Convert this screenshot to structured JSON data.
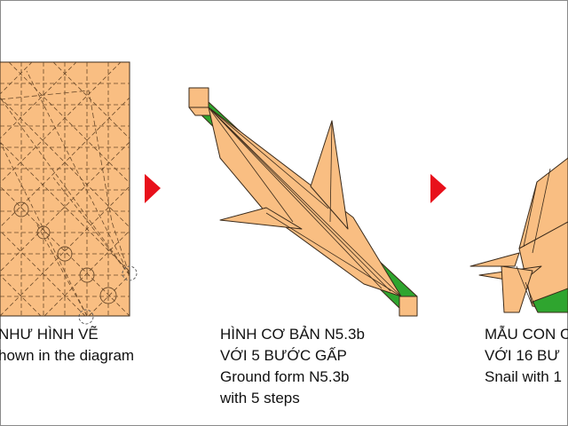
{
  "colors": {
    "paper": "#F9BE82",
    "paper_outline": "#3a2a1a",
    "accent_green": "#2FA52F",
    "arrow_red": "#E8101B",
    "crease_line": "#6b4a2a"
  },
  "panels": [
    {
      "id": "crease-pattern",
      "caption_lines": [
        "NHƯ HÌNH VẼ",
        "hown in the diagram"
      ]
    },
    {
      "id": "base-form",
      "caption_lines": [
        "HÌNH CƠ BẢN N5.3b",
        "VỚI 5 BƯỚC GẤP",
        "Ground form N5.3b",
        "with 5 steps"
      ]
    },
    {
      "id": "snail-model",
      "caption_lines": [
        "MẪU CON C",
        "VỚI 16 BƯ",
        "Snail with 1"
      ]
    }
  ],
  "arrows": [
    {
      "icon": "red-triangle-right-icon"
    },
    {
      "icon": "red-triangle-right-icon"
    }
  ]
}
